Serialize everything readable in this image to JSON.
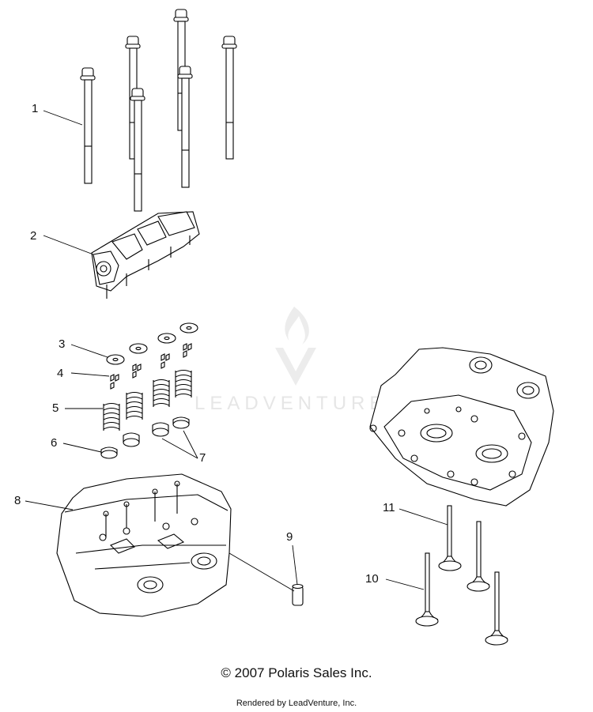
{
  "watermark": {
    "text": "LEADVENTURE"
  },
  "callouts": [
    "1",
    "2",
    "3",
    "4",
    "5",
    "6",
    "7",
    "8",
    "9",
    "10",
    "11"
  ],
  "footer": {
    "copyright": "© 2007 Polaris Sales Inc.",
    "rendered_by": "Rendered by LeadVenture, Inc."
  }
}
